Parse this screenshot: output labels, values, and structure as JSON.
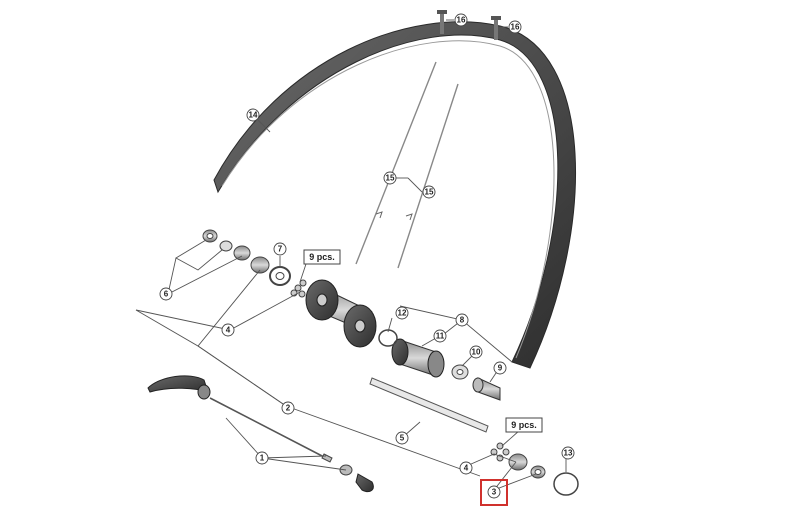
{
  "callouts": {
    "c1": "1",
    "c2": "2",
    "c3": "3",
    "c4a": "4",
    "c4b": "4",
    "c5": "5",
    "c6": "6",
    "c7": "7",
    "c8": "8",
    "c9": "9",
    "c10": "10",
    "c11": "11",
    "c12": "12",
    "c13": "13",
    "c14": "14",
    "c15a": "15",
    "c15b": "15",
    "c16a": "16",
    "c16b": "16"
  },
  "quantity_labels": {
    "upper": "9 pcs.",
    "lower": "9 pcs."
  },
  "highlighted_part": "3",
  "colors": {
    "highlight": "#d0312d",
    "part_dark": "#4a4a4a",
    "part_light": "#bdbdbd"
  }
}
